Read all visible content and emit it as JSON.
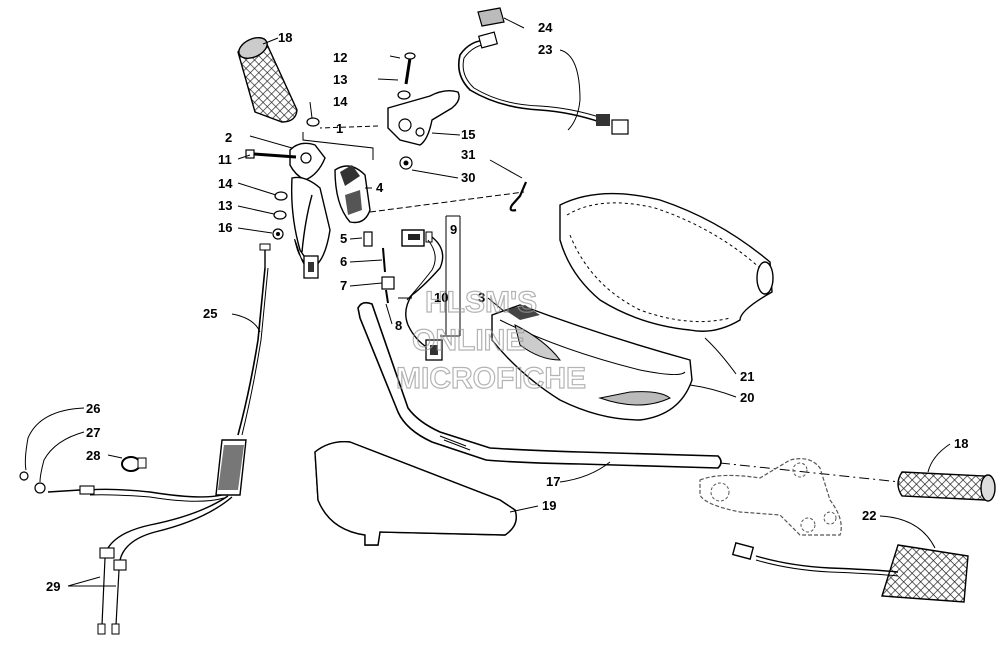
{
  "watermark": {
    "lines": [
      "HLSM'S",
      "ONLINE",
      "MICROFICHE"
    ]
  },
  "callouts": [
    {
      "id": "c1",
      "text": "1"
    },
    {
      "id": "c2",
      "text": "2"
    },
    {
      "id": "c3",
      "text": "3"
    },
    {
      "id": "c4",
      "text": "4"
    },
    {
      "id": "c5",
      "text": "5"
    },
    {
      "id": "c6",
      "text": "6"
    },
    {
      "id": "c7",
      "text": "7"
    },
    {
      "id": "c8",
      "text": "8"
    },
    {
      "id": "c9",
      "text": "9"
    },
    {
      "id": "c10",
      "text": "10"
    },
    {
      "id": "c11",
      "text": "11"
    },
    {
      "id": "c12",
      "text": "12"
    },
    {
      "id": "c13a",
      "text": "13"
    },
    {
      "id": "c13b",
      "text": "13"
    },
    {
      "id": "c14a",
      "text": "14"
    },
    {
      "id": "c14b",
      "text": "14"
    },
    {
      "id": "c15",
      "text": "15"
    },
    {
      "id": "c16",
      "text": "16"
    },
    {
      "id": "c17",
      "text": "17"
    },
    {
      "id": "c18a",
      "text": "18"
    },
    {
      "id": "c18b",
      "text": "18"
    },
    {
      "id": "c19",
      "text": "19"
    },
    {
      "id": "c20",
      "text": "20"
    },
    {
      "id": "c21",
      "text": "21"
    },
    {
      "id": "c22",
      "text": "22"
    },
    {
      "id": "c23",
      "text": "23"
    },
    {
      "id": "c24",
      "text": "24"
    },
    {
      "id": "c25",
      "text": "25"
    },
    {
      "id": "c26",
      "text": "26"
    },
    {
      "id": "c27",
      "text": "27"
    },
    {
      "id": "c28",
      "text": "28"
    },
    {
      "id": "c29",
      "text": "29"
    },
    {
      "id": "c30",
      "text": "30"
    },
    {
      "id": "c31",
      "text": "31"
    }
  ]
}
